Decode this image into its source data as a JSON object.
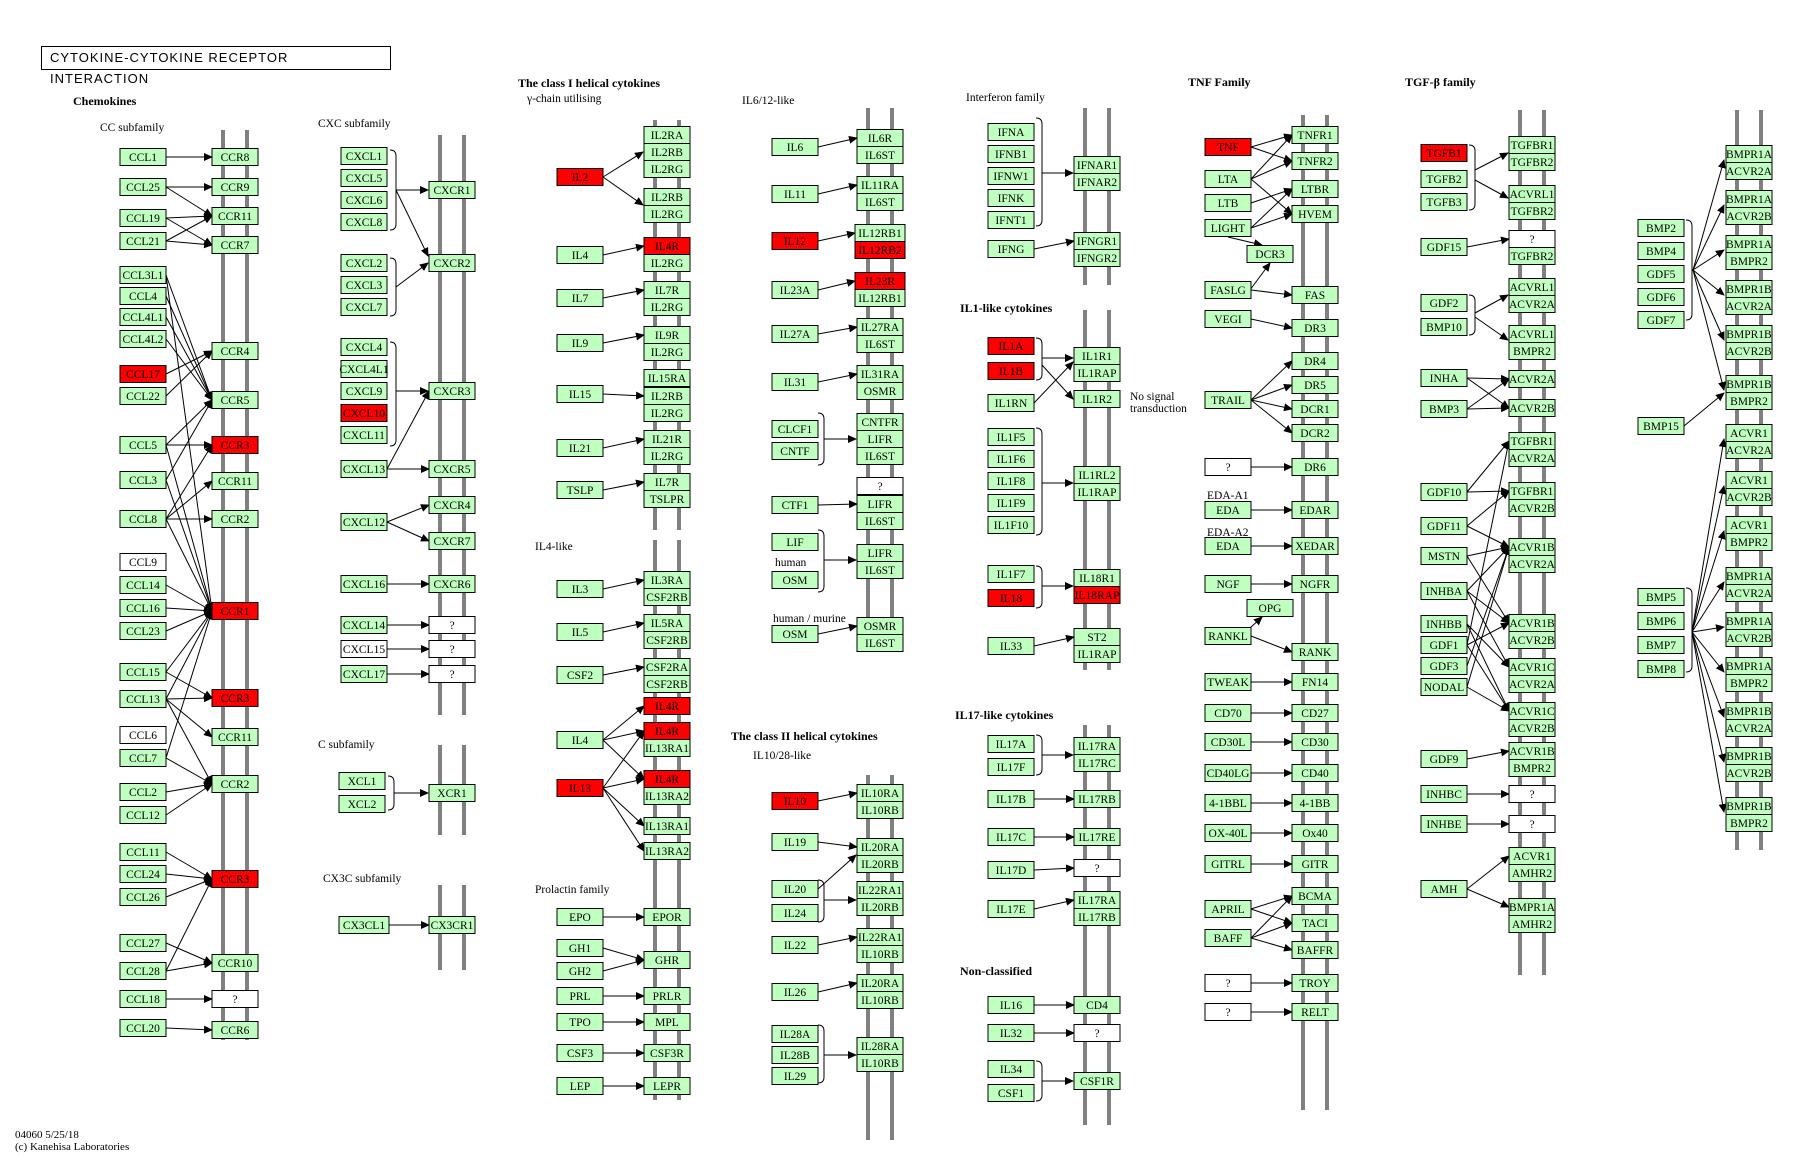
{
  "title": "CYTOKINE-CYTOKINE RECEPTOR INTERACTION",
  "footer": {
    "map_id": "04060 5/25/18",
    "credit": "(c) Kanehisa Laboratories"
  },
  "colors": {
    "normal": "#bfffbf",
    "highlight": "#ff0000",
    "none": "#ffffff",
    "membrane": "#808080"
  },
  "labels": {
    "chemokines": "Chemokines",
    "cc_subfamily": "CC subfamily",
    "cxc_subfamily": "CXC subfamily",
    "c_subfamily": "C subfamily",
    "cx3c_subfamily": "CX3C subfamily",
    "class1": "The class I helical cytokines",
    "gamma_chain": "γ-chain utilising",
    "il4_like": "IL4-like",
    "prolactin": "Prolactin family",
    "il6_12": "IL6/12-like",
    "human": "human",
    "human_murine": "human / murine",
    "class2": "The class II helical cytokines",
    "il10_28": "IL10/28-like",
    "interferon": "Interferon family",
    "il1_like": "IL1-like cytokines",
    "no_signal_1": "No signal",
    "no_signal_2": "transduction",
    "il17_like": "IL17-like cytokines",
    "non_classified": "Non-classified",
    "tnf_family": "TNF Family",
    "eda_a1": "EDA-A1",
    "eda_a2": "EDA-A2",
    "tgfb_family": "TGF-β family"
  },
  "nodes": {
    "CCL1": "CCL1",
    "CCL25": "CCL25",
    "CCL19": "CCL19",
    "CCL21": "CCL21",
    "CCL3L1": "CCL3L1",
    "CCL4": "CCL4",
    "CCL4L1": "CCL4L1",
    "CCL4L2": "CCL4L2",
    "CCL17": "CCL17",
    "CCL22": "CCL22",
    "CCL5": "CCL5",
    "CCL3": "CCL3",
    "CCL8": "CCL8",
    "CCL9": "CCL9",
    "CCL14": "CCL14",
    "CCL16": "CCL16",
    "CCL23": "CCL23",
    "CCL15": "CCL15",
    "CCL13": "CCL13",
    "CCL6": "CCL6",
    "CCL7": "CCL7",
    "CCL2": "CCL2",
    "CCL12": "CCL12",
    "CCL11": "CCL11",
    "CCL24": "CCL24",
    "CCL26": "CCL26",
    "CCL27": "CCL27",
    "CCL28": "CCL28",
    "CCL18": "CCL18",
    "CCL20": "CCL20",
    "CCR8": "CCR8",
    "CCR9": "CCR9",
    "CCR11a": "CCR11",
    "CCR7": "CCR7",
    "CCR4": "CCR4",
    "CCR5": "CCR5",
    "CCR3a": "CCR3",
    "CCR11b": "CCR11",
    "CCR2a": "CCR2",
    "CCR1": "CCR1",
    "CCR3b": "CCR3",
    "CCR11c": "CCR11",
    "CCR2b": "CCR2",
    "CCR3c": "CCR3",
    "CCR10": "CCR10",
    "CCRq": "?",
    "CCR6": "CCR6",
    "CXCL1": "CXCL1",
    "CXCL5": "CXCL5",
    "CXCL6": "CXCL6",
    "CXCL8": "CXCL8",
    "CXCL2": "CXCL2",
    "CXCL3": "CXCL3",
    "CXCL7": "CXCL7",
    "CXCL4": "CXCL4",
    "CXCL4L1": "CXCL4L1",
    "CXCL9": "CXCL9",
    "CXCL10": "CXCL10",
    "CXCL11": "CXCL11",
    "CXCL13": "CXCL13",
    "CXCL12": "CXCL12",
    "CXCL16": "CXCL16",
    "CXCL14": "CXCL14",
    "CXCL15": "CXCL15",
    "CXCL17": "CXCL17",
    "CXCR1": "CXCR1",
    "CXCR2": "CXCR2",
    "CXCR3": "CXCR3",
    "CXCR5": "CXCR5",
    "CXCR4": "CXCR4",
    "CXCR7": "CXCR7",
    "CXCR6": "CXCR6",
    "CXRq1": "?",
    "CXRq2": "?",
    "CXRq3": "?",
    "XCL1": "XCL1",
    "XCL2": "XCL2",
    "XCR1": "XCR1",
    "CX3CL1": "CX3CL1",
    "CX3CR1": "CX3CR1",
    "IL2": "IL2",
    "IL2RA": "IL2RA",
    "IL2RB": "IL2RB",
    "IL2RG": "IL2RG",
    "IL2RBb": "IL2RB",
    "IL2RGb": "IL2RG",
    "IL4": "IL4",
    "IL4R": "IL4R",
    "IL2RG4": "IL2RG",
    "IL7": "IL7",
    "IL7R": "IL7R",
    "IL2RG7": "IL2RG",
    "IL9": "IL9",
    "IL9R": "IL9R",
    "IL2RG9": "IL2RG",
    "IL15": "IL15",
    "IL15RA": "IL15RA",
    "IL2RB15": "IL2RB",
    "IL2RG15": "IL2RG",
    "IL21": "IL21",
    "IL21R": "IL21R",
    "IL2RG21": "IL2RG",
    "TSLP": "TSLP",
    "IL7Rb": "IL7R",
    "TSLPR": "TSLPR",
    "IL3": "IL3",
    "IL3RA": "IL3RA",
    "CSF2RB3": "CSF2RB",
    "IL5": "IL5",
    "IL5RA": "IL5RA",
    "CSF2RB5": "CSF2RB",
    "CSF2": "CSF2",
    "CSF2RA": "CSF2RA",
    "CSF2RB2": "CSF2RB",
    "IL4b": "IL4",
    "IL4Rb": "IL4R",
    "IL4Rc": "IL4R",
    "IL13RA1": "IL13RA1",
    "IL13": "IL13",
    "IL4Rd": "IL4R",
    "IL13RA2": "IL13RA2",
    "IL13RA1b": "IL13RA1",
    "IL13RA2b": "IL13RA2",
    "EPO": "EPO",
    "EPOR": "EPOR",
    "GH1": "GH1",
    "GH2": "GH2",
    "GHR": "GHR",
    "PRL": "PRL",
    "PRLR": "PRLR",
    "TPO": "TPO",
    "MPL": "MPL",
    "CSF3": "CSF3",
    "CSF3R": "CSF3R",
    "LEP": "LEP",
    "LEPR": "LEPR",
    "IL6": "IL6",
    "IL6R": "IL6R",
    "IL6ST": "IL6ST",
    "IL11": "IL11",
    "IL11RA": "IL11RA",
    "IL6ST11": "IL6ST",
    "IL12": "IL12",
    "IL12RB1": "IL12RB1",
    "IL12RB2": "IL12RB2",
    "IL23A": "IL23A",
    "IL23R": "IL23R",
    "IL12RB1b": "IL12RB1",
    "IL27A": "IL27A",
    "IL27RA": "IL27RA",
    "IL6ST27": "IL6ST",
    "IL31": "IL31",
    "IL31RA": "IL31RA",
    "OSMR": "OSMR",
    "CLCF1": "CLCF1",
    "CNTF": "CNTF",
    "CNTFR": "CNTFR",
    "LIFR": "LIFR",
    "IL6STc": "IL6ST",
    "CTF1": "CTF1",
    "CTFq": "?",
    "LIFRc": "LIFR",
    "IL6STct": "IL6ST",
    "LIF": "LIF",
    "OSM": "OSM",
    "LIFRl": "LIFR",
    "IL6STl": "IL6ST",
    "OSMb": "OSM",
    "OSMRb": "OSMR",
    "IL6STo": "IL6ST",
    "IL10": "IL10",
    "IL10RA": "IL10RA",
    "IL10RB": "IL10RB",
    "IL19": "IL19",
    "IL20RA": "IL20RA",
    "IL20RB": "IL20RB",
    "IL20": "IL20",
    "IL24": "IL24",
    "IL22RA1": "IL22RA1",
    "IL20RBb": "IL20RB",
    "IL22": "IL22",
    "IL22RA1b": "IL22RA1",
    "IL10RBb": "IL10RB",
    "IL26": "IL26",
    "IL20RAb": "IL20RA",
    "IL10RBc": "IL10RB",
    "IL28A": "IL28A",
    "IL28B": "IL28B",
    "IL29": "IL29",
    "IL28RA": "IL28RA",
    "IL10RBd": "IL10RB",
    "IFNA": "IFNA",
    "IFNB1": "IFNB1",
    "IFNW1": "IFNW1",
    "IFNK": "IFNK",
    "IFNT1": "IFNT1",
    "IFNAR1": "IFNAR1",
    "IFNAR2": "IFNAR2",
    "IFNG": "IFNG",
    "IFNGR1": "IFNGR1",
    "IFNGR2": "IFNGR2",
    "IL1A": "IL1A",
    "IL1B": "IL1B",
    "IL1RN": "IL1RN",
    "IL1R1": "IL1R1",
    "IL1RAP": "IL1RAP",
    "IL1R2": "IL1R2",
    "IL1F5": "IL1F5",
    "IL1F6": "IL1F6",
    "IL1F8": "IL1F8",
    "IL1F9": "IL1F9",
    "IL1F10": "IL1F10",
    "IL1RL2": "IL1RL2",
    "IL1RAPb": "IL1RAP",
    "IL1F7": "IL1F7",
    "IL18": "IL18",
    "IL18R1": "IL18R1",
    "IL18RAP": "IL18RAP",
    "IL33": "IL33",
    "ST2": "ST2",
    "IL1RAPc": "IL1RAP",
    "IL17A": "IL17A",
    "IL17F": "IL17F",
    "IL17RA": "IL17RA",
    "IL17RC": "IL17RC",
    "IL17B": "IL17B",
    "IL17RB": "IL17RB",
    "IL17C": "IL17C",
    "IL17RE": "IL17RE",
    "IL17D": "IL17D",
    "IL17q": "?",
    "IL17E": "IL17E",
    "IL17RAb": "IL17RA",
    "IL17RBb": "IL17RB",
    "IL16": "IL16",
    "CD4": "CD4",
    "IL32": "IL32",
    "IL32q": "?",
    "IL34": "IL34",
    "CSF1": "CSF1",
    "CSF1R": "CSF1R",
    "TNF": "TNF",
    "LTA": "LTA",
    "LTB": "LTB",
    "LIGHT": "LIGHT",
    "TNFR1": "TNFR1",
    "TNFR2": "TNFR2",
    "LTBR": "LTBR",
    "HVEM": "HVEM",
    "DCR3": "DCR3",
    "FASLG": "FASLG",
    "VEGI": "VEGI",
    "FAS": "FAS",
    "DR3": "DR3",
    "TRAIL": "TRAIL",
    "DR4": "DR4",
    "DR5": "DR5",
    "DCR1": "DCR1",
    "DCR2": "DCR2",
    "TNFq": "?",
    "DR6": "DR6",
    "EDA1": "EDA",
    "EDAR": "EDAR",
    "EDA2": "EDA",
    "XEDAR": "XEDAR",
    "NGF": "NGF",
    "NGFR": "NGFR",
    "OPG": "OPG",
    "RANKL": "RANKL",
    "RANK": "RANK",
    "TWEAK": "TWEAK",
    "FN14": "FN14",
    "CD70": "CD70",
    "CD27": "CD27",
    "CD30L": "CD30L",
    "CD30": "CD30",
    "CD40LG": "CD40LG",
    "CD40": "CD40",
    "4-1BBL": "4-1BBL",
    "4-1BB": "4-1BB",
    "OX-40L": "OX-40L",
    "Ox40": "Ox40",
    "GITRL": "GITRL",
    "GITR": "GITR",
    "APRIL": "APRIL",
    "BAFF": "BAFF",
    "BCMA": "BCMA",
    "TACI": "TACI",
    "BAFFR": "BAFFR",
    "TNFq2": "?",
    "TROY": "TROY",
    "TNFq3": "?",
    "RELT": "RELT",
    "TGFB1": "TGFB1",
    "TGFB2": "TGFB2",
    "TGFB3": "TGFB3",
    "TGFBR1": "TGFBR1",
    "TGFBR2": "TGFBR2",
    "ACVRL1": "ACVRL1",
    "TGFBR2b": "TGFBR2",
    "GDF15": "GDF15",
    "GDFq": "?",
    "TGFBR2c": "TGFBR2",
    "GDF2": "GDF2",
    "BMP10": "BMP10",
    "ACVRL1b": "ACVRL1",
    "ACVR2A": "ACVR2A",
    "ACVRL1c": "ACVRL1",
    "BMPR2": "BMPR2",
    "INHA": "INHA",
    "BMP3": "BMP3",
    "ACVR2Ab": "ACVR2A",
    "ACVR2B": "ACVR2B",
    "GDF10": "GDF10",
    "GDF11": "GDF11",
    "MSTN": "MSTN",
    "INHBA": "INHBA",
    "INHBB": "INHBB",
    "GDF1": "GDF1",
    "GDF3": "GDF3",
    "NODAL": "NODAL",
    "TGFBR1b": "TGFBR1",
    "ACVR2Ac": "ACVR2A",
    "TGFBR1c": "TGFBR1",
    "ACVR2Bb": "ACVR2B",
    "ACVR1B": "ACVR1B",
    "ACVR2Ad": "ACVR2A",
    "ACVR1Bb": "ACVR1B",
    "ACVR2Bc": "ACVR2B",
    "ACVR1C": "ACVR1C",
    "ACVR2Ae": "ACVR2A",
    "ACVR1Cb": "ACVR1C",
    "ACVR2Bd": "ACVR2B",
    "GDF9": "GDF9",
    "ACVR1Bc": "ACVR1B",
    "BMPR2b": "BMPR2",
    "INHBC": "INHBC",
    "INHBCq": "?",
    "INHBE": "INHBE",
    "INHBEq": "?",
    "AMH": "AMH",
    "ACVR1": "ACVR1",
    "AMHR2": "AMHR2",
    "BMPR1A": "BMPR1A",
    "AMHR2b": "AMHR2",
    "BMP2": "BMP2",
    "BMP4": "BMP4",
    "GDF5": "GDF5",
    "GDF6": "GDF6",
    "GDF7": "GDF7",
    "BMP15": "BMP15",
    "BMP5": "BMP5",
    "BMP6": "BMP6",
    "BMP7": "BMP7",
    "BMP8": "BMP8",
    "B1": "BMPR1A",
    "B1b": "ACVR2A",
    "B2": "BMPR1A",
    "B2b": "ACVR2B",
    "B3": "BMPR1A",
    "B3b": "BMPR2",
    "B4": "BMPR1B",
    "B4b": "ACVR2A",
    "B5": "BMPR1B",
    "B5b": "ACVR2B",
    "B6": "BMPR1B",
    "B6b": "BMPR2",
    "B7": "ACVR1",
    "B7b": "ACVR2A",
    "B8": "ACVR1",
    "B8b": "ACVR2B",
    "B9": "ACVR1",
    "B9b": "BMPR2",
    "B10": "BMPR1A",
    "B10b": "ACVR2A",
    "B11": "BMPR1A",
    "B11b": "ACVR2B",
    "B12": "BMPR1A",
    "B12b": "BMPR2",
    "B13": "BMPR1B",
    "B13b": "ACVR2A",
    "B14": "BMPR1B",
    "B14b": "ACVR2B",
    "B15": "BMPR1B",
    "B15b": "BMPR2"
  },
  "highlighted": [
    "CCL17",
    "CCR3a",
    "CCR1",
    "CCR3b",
    "CCR3c",
    "CXCL10",
    "IL2",
    "IL4R",
    "IL4Rb",
    "IL4Rc",
    "IL4Rd",
    "IL13",
    "IL12",
    "IL12RB2",
    "IL23R",
    "IL10",
    "IL1A",
    "IL1B",
    "IL18",
    "IL18RAP",
    "TNF",
    "TGFB1"
  ],
  "unknown": [
    "CCL9",
    "CCL6",
    "CCRq",
    "CXRq1",
    "CXRq2",
    "CXRq3",
    "CXCL15",
    "CTFq",
    "IL17q",
    "IL32q",
    "TNFq",
    "TNFq2",
    "TNFq3",
    "GDFq",
    "INHBCq",
    "INHBEq"
  ]
}
